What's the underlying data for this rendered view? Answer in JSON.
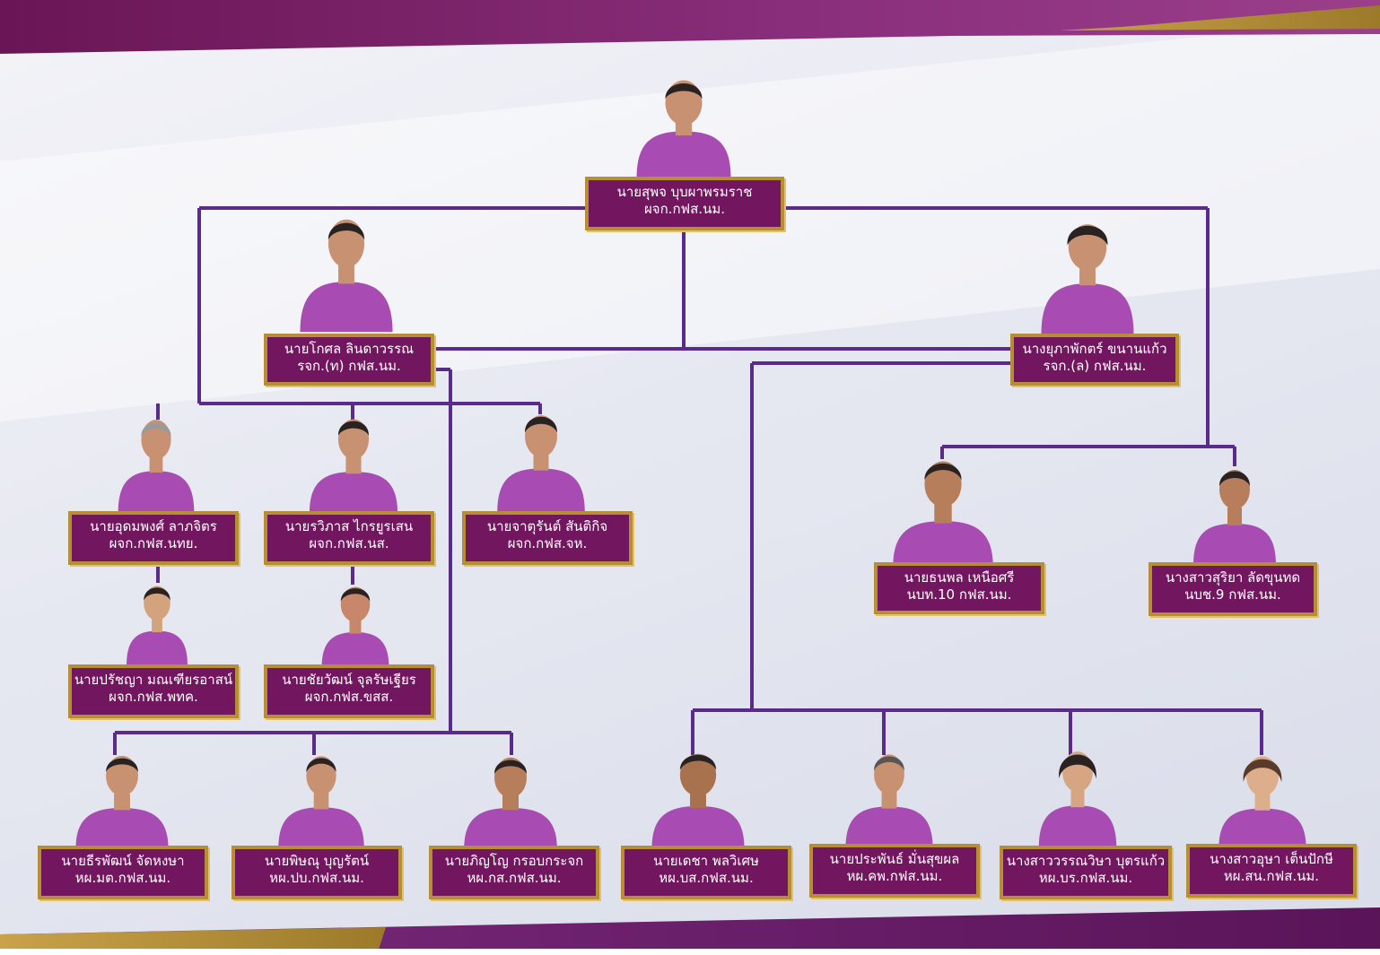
{
  "colors": {
    "accent_purple": "#72175f",
    "line_purple": "#5b2b8c",
    "shirt": "#a84bb2",
    "gold": "#b58e36"
  },
  "people": [
    {
      "id": "p1",
      "name": "นายสุพจ บุบผาพรมราช",
      "title": "ผจก.กฟส.นม."
    },
    {
      "id": "p2",
      "name": "นายโกศล ลินดาวรรณ",
      "title": "รจก.(ท) กฟส.นม."
    },
    {
      "id": "p3",
      "name": "นางยุภาพักตร์ ขนานแก้ว",
      "title": "รจก.(ล) กฟส.นม."
    },
    {
      "id": "p4",
      "name": "นายอุดมพงศ์ ลาภจิตร",
      "title": "ผจก.กฟส.นทย."
    },
    {
      "id": "p5",
      "name": "นายรวิภาส ไกรยูรเสน",
      "title": "ผจก.กฟส.นส."
    },
    {
      "id": "p6",
      "name": "นายจาตุรันต์ สันติกิจ",
      "title": "ผจก.กฟส.จห."
    },
    {
      "id": "p7",
      "name": "นายปรัชญา มณเฑียรอาสน์",
      "title": "ผจก.กฟส.พทค."
    },
    {
      "id": "p8",
      "name": "นายชัยวัฒน์ จุลรัษเฐียร",
      "title": "ผจก.กฟส.ขสส."
    },
    {
      "id": "p9",
      "name": "นายธนพล เหนือศรี",
      "title": "นบท.10 กฟส.นม."
    },
    {
      "id": "p10",
      "name": "นางสาวสุริยา ลัดขุนทด",
      "title": "นบช.9 กฟส.นม."
    },
    {
      "id": "p11",
      "name": "นายธีรพัฒน์ จัดหงษา",
      "title": "หผ.มต.กฟส.นม."
    },
    {
      "id": "p12",
      "name": "นายพิษณุ บุญรัตน์",
      "title": "หผ.ปบ.กฟส.นม."
    },
    {
      "id": "p13",
      "name": "นายภิญโญ กรอบกระจก",
      "title": "หผ.กส.กฟส.นม."
    },
    {
      "id": "p14",
      "name": "นายเดชา พลวิเศษ",
      "title": "หผ.บส.กฟส.นม."
    },
    {
      "id": "p15",
      "name": "นายประพันธ์ มั่นสุขผล",
      "title": "หผ.คพ.กฟส.นม."
    },
    {
      "id": "p16",
      "name": "นางสาววรรณวิษา บุตรแก้ว",
      "title": "หผ.บร.กฟส.นม."
    },
    {
      "id": "p17",
      "name": "นางสาวอุษา เต็นปักษี",
      "title": "หผ.สน.กฟส.นม."
    }
  ]
}
